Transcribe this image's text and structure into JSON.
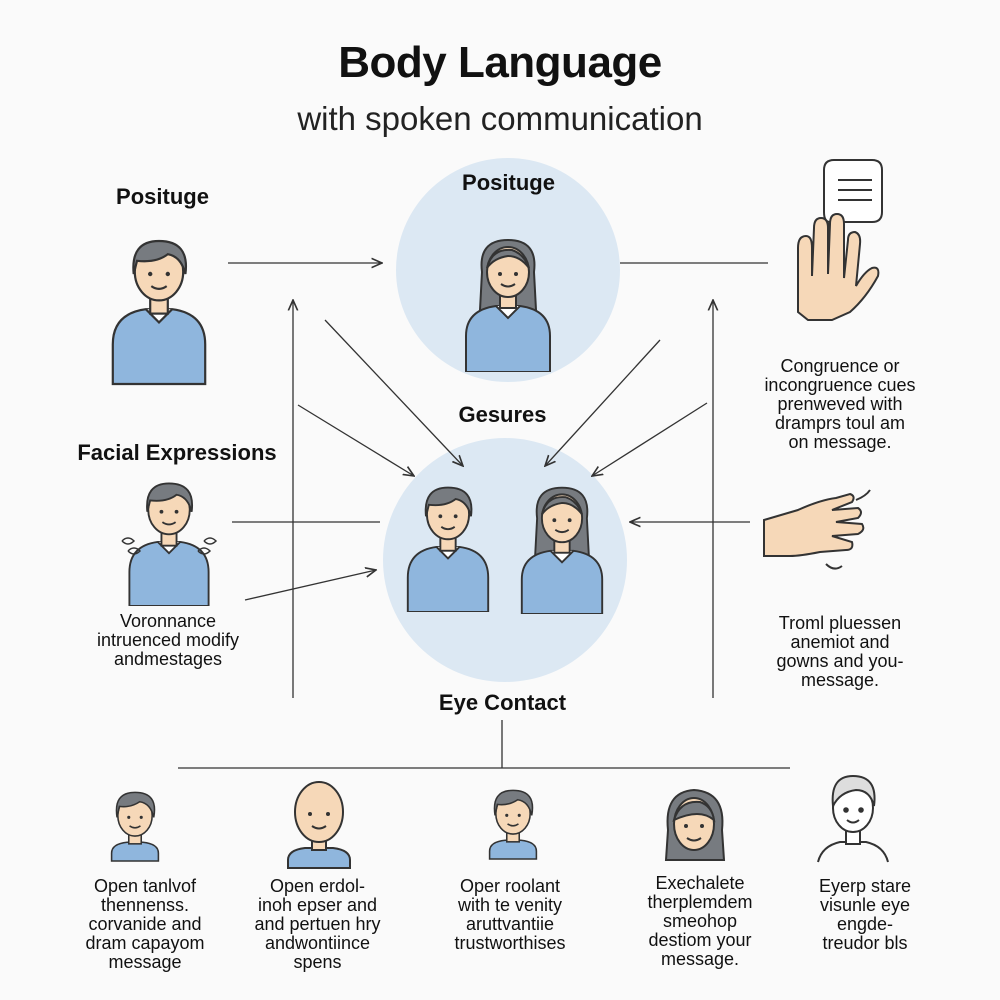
{
  "header": {
    "title": "Body Language",
    "subtitle": "with spoken communication"
  },
  "labels": {
    "posture_left": "Posituge",
    "posture_center": "Posituge",
    "gestures": "Gesures",
    "facial_expressions": "Facial Expressions",
    "eye_contact": "Eye Contact"
  },
  "texts": {
    "left_middle": "Voronnance\nintruenced modify\nandmestages",
    "right_top": "Congruence or\nincongruence cues\nprenweved with\ndramprs toul am\non message.",
    "right_middle": "Troml pluessen\nanemiot and\ngowns and you-\nmessage."
  },
  "bottom": [
    {
      "text": "Open tanlvof\nthennenss.\ncorvanide and\ndram capayom\nmessage"
    },
    {
      "text": "Open erdol-\ninoh epser and\nand pertuen hry\nandwontiince\nspens"
    },
    {
      "text": "Oper roolant\nwith te venity\naruttvantiie\ntrustworthises"
    },
    {
      "text": "Exechalete\ntherplemdem\nsmeohop\ndestiom your\nmessage."
    },
    {
      "text": "Eyerp stare\nvisunle eye\nengde-\ntreudor bls"
    }
  ],
  "colors": {
    "shirt": "#8fb6dd",
    "skin": "#f6d8b8",
    "hair": "#777b80",
    "circle": "#dce8f3",
    "line": "#333333"
  },
  "icons": [
    "speech-bubble-icon",
    "raised-hand-icon",
    "open-hand-icon"
  ]
}
